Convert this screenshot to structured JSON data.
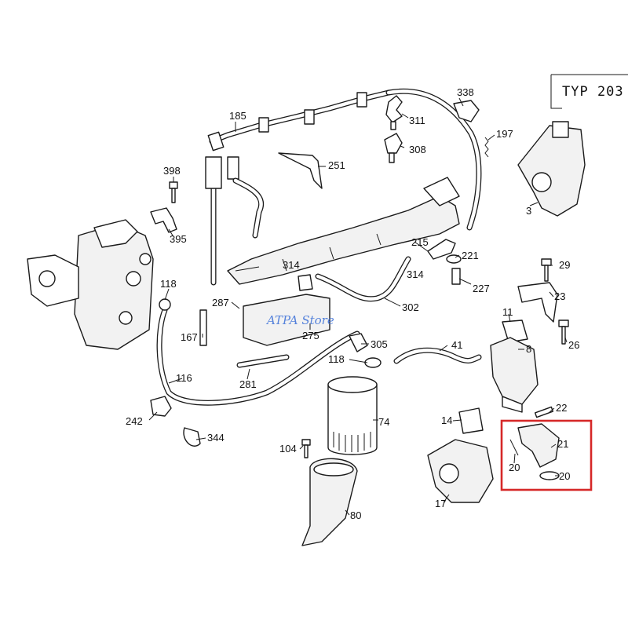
{
  "diagram": {
    "type_label": "TYP 203",
    "watermark": "ATPA Store",
    "highlight_color": "#d62828",
    "watermark_color": "#3a6fd8",
    "parts": [
      {
        "id": "p185",
        "label": "185"
      },
      {
        "id": "p338",
        "label": "338"
      },
      {
        "id": "p311",
        "label": "311"
      },
      {
        "id": "p197",
        "label": "197"
      },
      {
        "id": "p308",
        "label": "308"
      },
      {
        "id": "p251",
        "label": "251"
      },
      {
        "id": "p398",
        "label": "398"
      },
      {
        "id": "p395",
        "label": "395"
      },
      {
        "id": "p3",
        "label": "3"
      },
      {
        "id": "p215",
        "label": "215"
      },
      {
        "id": "p221",
        "label": "221"
      },
      {
        "id": "p314a",
        "label": "314"
      },
      {
        "id": "p314b",
        "label": "314"
      },
      {
        "id": "p29",
        "label": "29"
      },
      {
        "id": "p118a",
        "label": "118"
      },
      {
        "id": "p227",
        "label": "227"
      },
      {
        "id": "p23",
        "label": "23"
      },
      {
        "id": "p287",
        "label": "287"
      },
      {
        "id": "p302",
        "label": "302"
      },
      {
        "id": "p11",
        "label": "11"
      },
      {
        "id": "p167",
        "label": "167"
      },
      {
        "id": "p275",
        "label": "275"
      },
      {
        "id": "p26",
        "label": "26"
      },
      {
        "id": "p305",
        "label": "305"
      },
      {
        "id": "p41",
        "label": "41"
      },
      {
        "id": "p8",
        "label": "8"
      },
      {
        "id": "p118b",
        "label": "118"
      },
      {
        "id": "p116",
        "label": "116"
      },
      {
        "id": "p281",
        "label": "281"
      },
      {
        "id": "p22",
        "label": "22"
      },
      {
        "id": "p242",
        "label": "242"
      },
      {
        "id": "p74",
        "label": "74"
      },
      {
        "id": "p14",
        "label": "14"
      },
      {
        "id": "p344",
        "label": "344"
      },
      {
        "id": "p21",
        "label": "21"
      },
      {
        "id": "p104",
        "label": "104"
      },
      {
        "id": "p20a",
        "label": "20"
      },
      {
        "id": "p20b",
        "label": "20"
      },
      {
        "id": "p17",
        "label": "17"
      },
      {
        "id": "p80",
        "label": "80"
      }
    ]
  }
}
